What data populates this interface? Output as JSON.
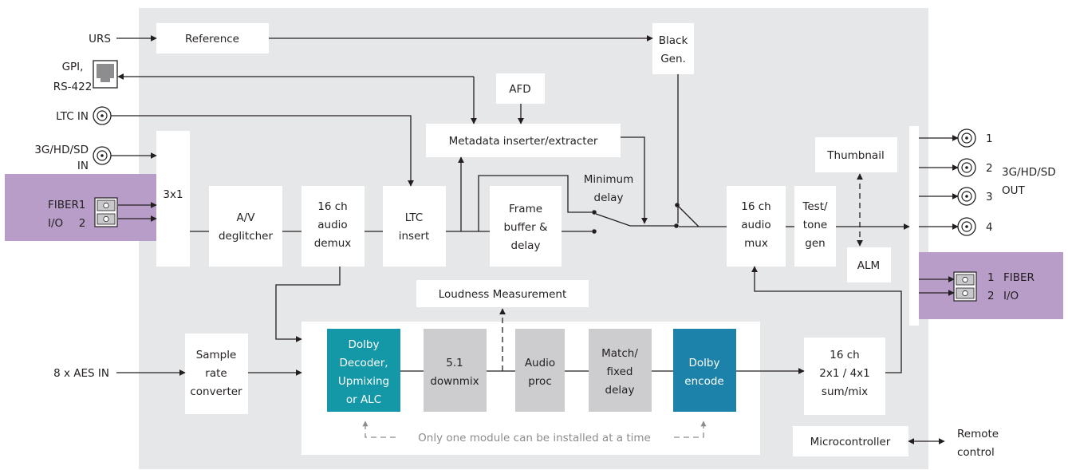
{
  "labels": {
    "urs": "URS",
    "gpi_1": "GPI,",
    "gpi_2": "RS-422",
    "ltc_in": "LTC IN",
    "sdi_in_1": "3G/HD/SD",
    "sdi_in_2": "IN",
    "fiber_in_1": "FIBER",
    "fiber_in_2": "I/O",
    "fiber_in_port1": "1",
    "fiber_in_port2": "2",
    "aes_in": "8 x AES IN",
    "out_1": "1",
    "out_2": "2",
    "out_3": "3",
    "out_4": "4",
    "sdi_out_1": "3G/HD/SD",
    "sdi_out_2": "OUT",
    "fiber_out_port1": "1",
    "fiber_out_port2": "2",
    "fiber_out_1": "FIBER",
    "fiber_out_2": "I/O",
    "remote_1": "Remote",
    "remote_2": "control",
    "minimum_delay_1": "Minimum",
    "minimum_delay_2": "delay",
    "module_note": "Only one module can be installed at a time"
  },
  "blocks": {
    "reference": "Reference",
    "black_gen_1": "Black",
    "black_gen_2": "Gen.",
    "afd": "AFD",
    "metadata": "Metadata inserter/extracter",
    "thumbnail": "Thumbnail",
    "switch_3x1": "3x1",
    "av_deglitcher_1": "A/V",
    "av_deglitcher_2": "deglitcher",
    "demux_1": "16 ch",
    "demux_2": "audio",
    "demux_3": "demux",
    "ltc_insert_1": "LTC",
    "ltc_insert_2": "insert",
    "frame_buffer_1": "Frame",
    "frame_buffer_2": "buffer &",
    "frame_buffer_3": "delay",
    "mux_1": "16 ch",
    "mux_2": "audio",
    "mux_3": "mux",
    "test_tone_1": "Test/",
    "test_tone_2": "tone",
    "test_tone_3": "gen",
    "alm": "ALM",
    "loudness": "Loudness Measurement",
    "src_1": "Sample",
    "src_2": "rate",
    "src_3": "converter",
    "dolby_decoder_1": "Dolby",
    "dolby_decoder_2": "Decoder,",
    "dolby_decoder_3": "Upmixing",
    "dolby_decoder_4": "or ALC",
    "downmix_1": "5.1",
    "downmix_2": "downmix",
    "audio_proc_1": "Audio",
    "audio_proc_2": "proc",
    "match_delay_1": "Match/",
    "match_delay_2": "fixed",
    "match_delay_3": "delay",
    "dolby_encode_1": "Dolby",
    "dolby_encode_2": "encode",
    "summix_1": "16 ch",
    "summix_2": "2x1 / 4x1",
    "summix_3": "sum/mix",
    "microcontroller": "Microcontroller"
  },
  "colors": {
    "panel": "#e6e7e8",
    "fiber": "#b89dc8",
    "dolby_teal": "#1497a6",
    "dolby_blue": "#1c82aa",
    "optional_gray": "#cdcdcf",
    "line": "#231f20",
    "dashed_gray": "#8c8c8c"
  }
}
